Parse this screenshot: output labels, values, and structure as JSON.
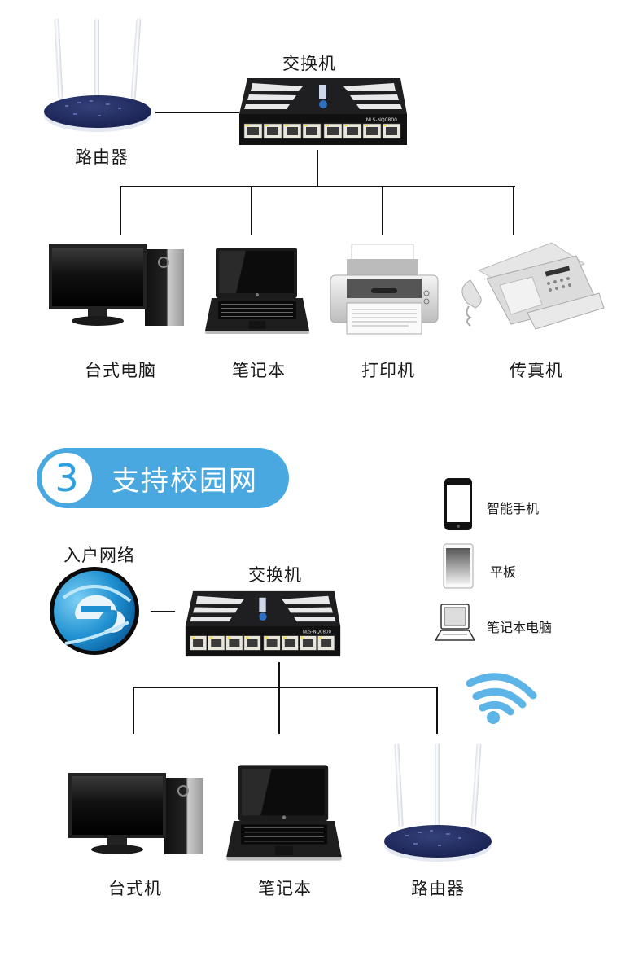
{
  "top_diagram": {
    "switch_label": "交换机",
    "router_label": "路由器",
    "switch_model": "NLS-NQ0800",
    "devices": [
      {
        "label": "台式电脑",
        "icon": "desktop-computer-icon"
      },
      {
        "label": "笔记本",
        "icon": "laptop-icon"
      },
      {
        "label": "打印机",
        "icon": "printer-icon"
      },
      {
        "label": "传真机",
        "icon": "fax-machine-icon"
      }
    ]
  },
  "banner": {
    "number": "3",
    "title": "支持校园网",
    "color": "#4aa8e0"
  },
  "bottom_diagram": {
    "internet_label": "入户网络",
    "switch_label": "交换机",
    "switch_model": "NLS-NQ0800",
    "devices": [
      {
        "label": "台式机",
        "icon": "desktop-computer-icon"
      },
      {
        "label": "笔记本",
        "icon": "laptop-icon"
      },
      {
        "label": "路由器",
        "icon": "router-icon"
      }
    ],
    "wireless_legend": [
      {
        "label": "智能手机",
        "icon": "smartphone-icon"
      },
      {
        "label": "平板",
        "icon": "tablet-icon"
      },
      {
        "label": "笔记本电脑",
        "icon": "laptop-outline-icon"
      }
    ],
    "wifi_color": "#5db4e6"
  }
}
